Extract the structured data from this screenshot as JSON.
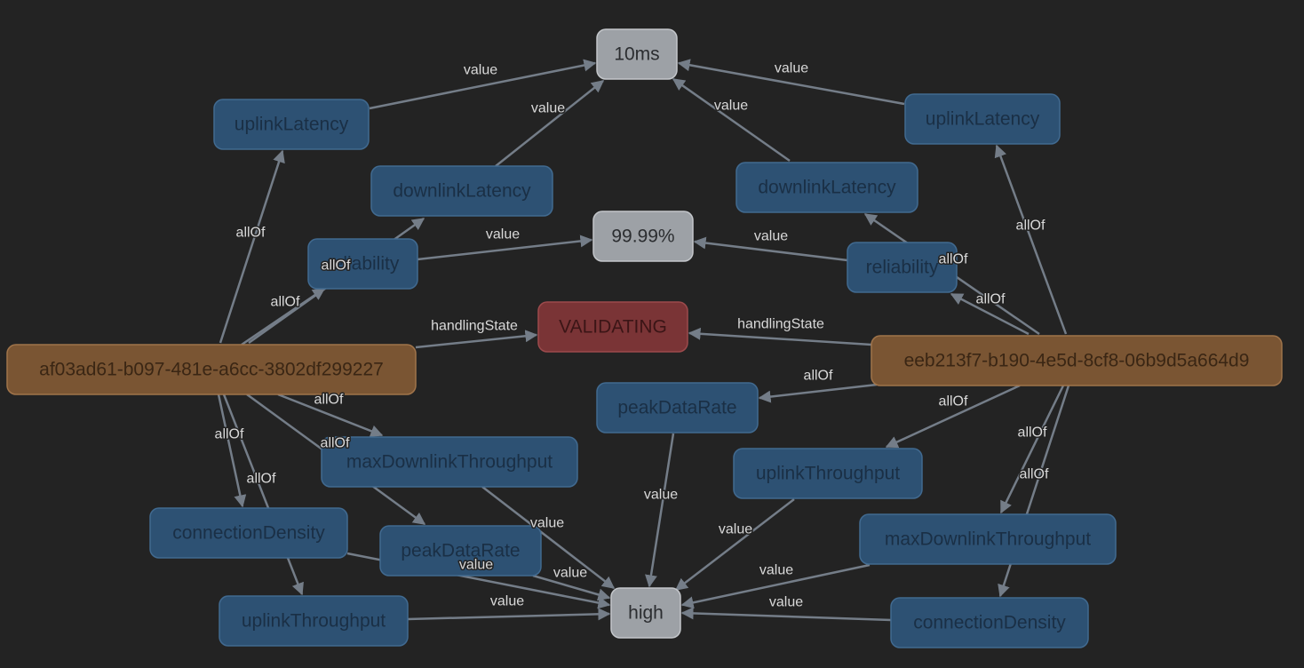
{
  "graph": {
    "colors": {
      "background": "#232323",
      "edge": "#747d88",
      "edge_label": "#d9d9d9",
      "types": {
        "entity": {
          "fill": "#7a5533",
          "stroke": "#a0744a",
          "text": "#3a2614"
        },
        "property": {
          "fill": "#2d5173",
          "stroke": "#416a90",
          "text": "#1a2f45"
        },
        "value": {
          "fill": "#9da1a6",
          "stroke": "#c3c6ca",
          "text": "#2b2d30"
        },
        "state": {
          "fill": "#7a3436",
          "stroke": "#9c4a4c",
          "text": "#3b1516"
        }
      }
    },
    "nodes": [
      {
        "id": "val_10ms",
        "label": "10ms",
        "type": "value"
      },
      {
        "id": "val_9999",
        "label": "99.99%",
        "type": "value"
      },
      {
        "id": "val_high",
        "label": "high",
        "type": "value"
      },
      {
        "id": "state_validating",
        "label": "VALIDATING",
        "type": "state"
      },
      {
        "id": "ent_af03",
        "label": "af03ad61-b097-481e-a6cc-3802df299227",
        "type": "entity"
      },
      {
        "id": "ent_eeb2",
        "label": "eeb213f7-b190-4e5d-8cf8-06b9d5a664d9",
        "type": "entity"
      },
      {
        "id": "l_uplinkLatency",
        "label": "uplinkLatency",
        "type": "property"
      },
      {
        "id": "l_downlinkLatency",
        "label": "downlinkLatency",
        "type": "property"
      },
      {
        "id": "l_reliability",
        "label": "reliability",
        "type": "property"
      },
      {
        "id": "l_maxDownlinkThroughput",
        "label": "maxDownlinkThroughput",
        "type": "property"
      },
      {
        "id": "l_connectionDensity",
        "label": "connectionDensity",
        "type": "property"
      },
      {
        "id": "l_peakDataRate",
        "label": "peakDataRate",
        "type": "property"
      },
      {
        "id": "l_uplinkThroughput",
        "label": "uplinkThroughput",
        "type": "property"
      },
      {
        "id": "r_uplinkLatency",
        "label": "uplinkLatency",
        "type": "property"
      },
      {
        "id": "r_downlinkLatency",
        "label": "downlinkLatency",
        "type": "property"
      },
      {
        "id": "r_reliability",
        "label": "reliability",
        "type": "property"
      },
      {
        "id": "r_peakDataRate",
        "label": "peakDataRate",
        "type": "property"
      },
      {
        "id": "r_uplinkThroughput",
        "label": "uplinkThroughput",
        "type": "property"
      },
      {
        "id": "r_maxDownlinkThroughput",
        "label": "maxDownlinkThroughput",
        "type": "property"
      },
      {
        "id": "r_connectionDensity",
        "label": "connectionDensity",
        "type": "property"
      }
    ],
    "edges": [
      {
        "from": "ent_af03",
        "to": "l_uplinkLatency",
        "label": "allOf"
      },
      {
        "from": "ent_af03",
        "to": "l_downlinkLatency",
        "label": "allOf"
      },
      {
        "from": "ent_af03",
        "to": "l_reliability",
        "label": "allOf"
      },
      {
        "from": "ent_af03",
        "to": "state_validating",
        "label": "handlingState"
      },
      {
        "from": "ent_af03",
        "to": "l_maxDownlinkThroughput",
        "label": "allOf"
      },
      {
        "from": "ent_af03",
        "to": "l_connectionDensity",
        "label": "allOf"
      },
      {
        "from": "ent_af03",
        "to": "l_peakDataRate",
        "label": "allOf"
      },
      {
        "from": "ent_af03",
        "to": "l_uplinkThroughput",
        "label": "allOf"
      },
      {
        "from": "l_uplinkLatency",
        "to": "val_10ms",
        "label": "value"
      },
      {
        "from": "l_downlinkLatency",
        "to": "val_10ms",
        "label": "value"
      },
      {
        "from": "l_reliability",
        "to": "val_9999",
        "label": "value"
      },
      {
        "from": "l_maxDownlinkThroughput",
        "to": "val_high",
        "label": "value"
      },
      {
        "from": "l_connectionDensity",
        "to": "val_high",
        "label": "value"
      },
      {
        "from": "l_peakDataRate",
        "to": "val_high",
        "label": "value"
      },
      {
        "from": "l_uplinkThroughput",
        "to": "val_high",
        "label": "value"
      },
      {
        "from": "ent_eeb2",
        "to": "r_uplinkLatency",
        "label": "allOf"
      },
      {
        "from": "ent_eeb2",
        "to": "r_downlinkLatency",
        "label": "allOf"
      },
      {
        "from": "ent_eeb2",
        "to": "r_reliability",
        "label": "allOf"
      },
      {
        "from": "ent_eeb2",
        "to": "state_validating",
        "label": "handlingState"
      },
      {
        "from": "ent_eeb2",
        "to": "r_peakDataRate",
        "label": "allOf"
      },
      {
        "from": "ent_eeb2",
        "to": "r_uplinkThroughput",
        "label": "allOf"
      },
      {
        "from": "ent_eeb2",
        "to": "r_maxDownlinkThroughput",
        "label": "allOf"
      },
      {
        "from": "ent_eeb2",
        "to": "r_connectionDensity",
        "label": "allOf"
      },
      {
        "from": "r_uplinkLatency",
        "to": "val_10ms",
        "label": "value"
      },
      {
        "from": "r_downlinkLatency",
        "to": "val_10ms",
        "label": "value"
      },
      {
        "from": "r_reliability",
        "to": "val_9999",
        "label": "value"
      },
      {
        "from": "r_peakDataRate",
        "to": "val_high",
        "label": "value"
      },
      {
        "from": "r_uplinkThroughput",
        "to": "val_high",
        "label": "value"
      },
      {
        "from": "r_maxDownlinkThroughput",
        "to": "val_high",
        "label": "value"
      },
      {
        "from": "r_connectionDensity",
        "to": "val_high",
        "label": "value"
      }
    ]
  }
}
